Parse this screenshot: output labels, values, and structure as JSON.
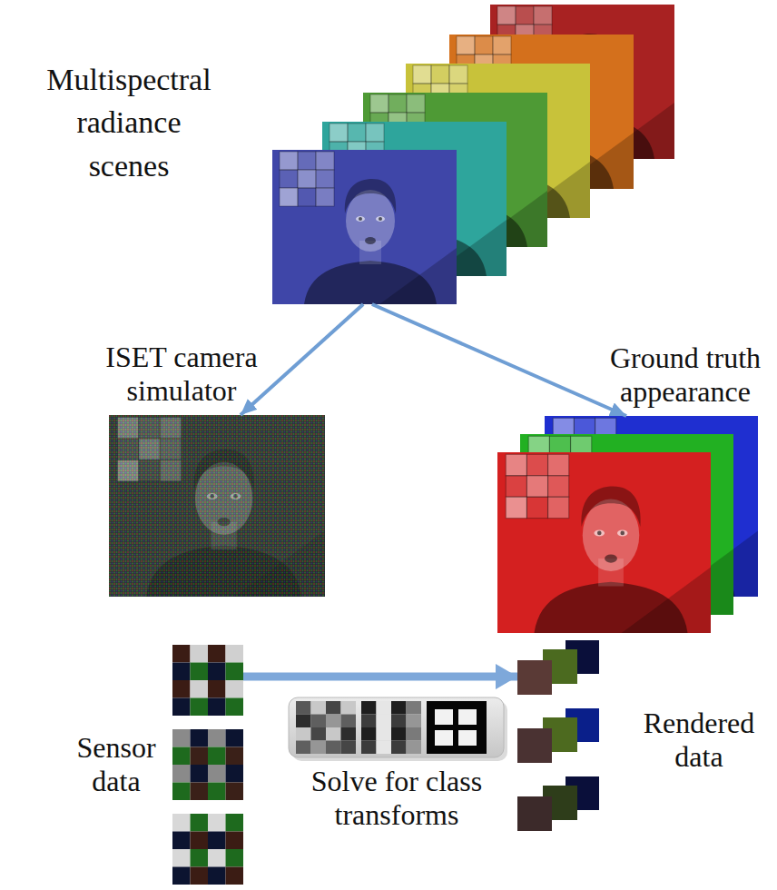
{
  "diagram": {
    "nodes": [
      {
        "text": [
          "Multispectral radiance scenes"
        ]
      },
      {
        "text": [
          "ISET camera simulator"
        ]
      },
      {
        "text": [
          "Ground truth appearance"
        ]
      },
      {
        "text": [
          "Sensor data"
        ]
      },
      {
        "text": [
          "Solve for class transforms"
        ]
      },
      {
        "text": [
          "Rendered data"
        ]
      }
    ],
    "edges": [
      {
        "from": 0,
        "to": 1,
        "arrow": "to"
      },
      {
        "from": 0,
        "to": 2,
        "arrow": "to"
      },
      {
        "from": 3,
        "to": 5,
        "arrow": "to"
      }
    ]
  }
}
